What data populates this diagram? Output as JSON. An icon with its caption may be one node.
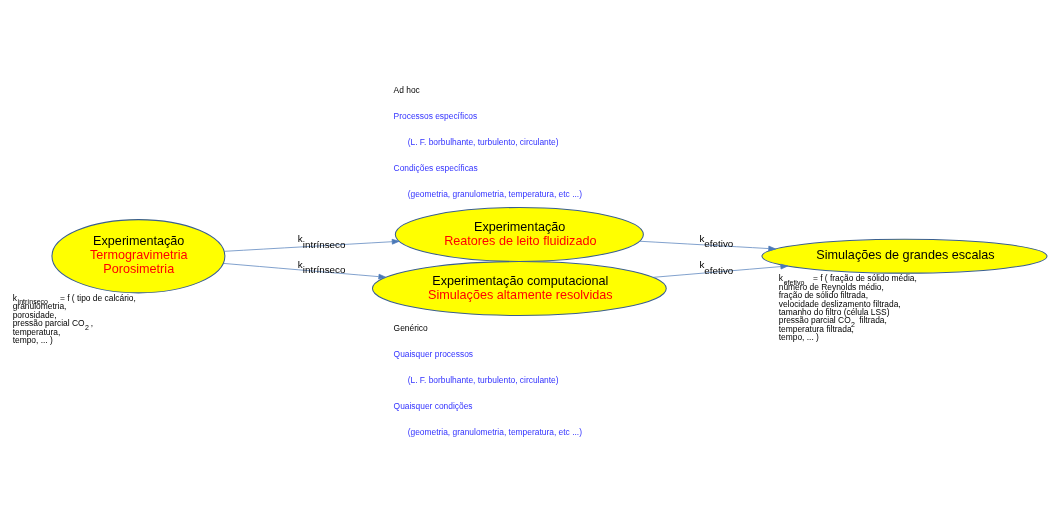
{
  "diagram": {
    "nodes": [
      {
        "text": [
          "Experimentação",
          "Termogravimetria",
          "Porosimetria"
        ]
      },
      {
        "text": [
          "Experimentação",
          "Reatores de leito fluidizado"
        ]
      },
      {
        "text": [
          "Experimentação computacional",
          "Simulações altamente resolvidas"
        ]
      },
      {
        "text": [
          "Simulações de grandes escalas"
        ]
      }
    ],
    "edges": [
      {
        "from": 0,
        "to": 1,
        "arrow": "to",
        "label": "k$_{intrínseco}$"
      },
      {
        "from": 0,
        "to": 2,
        "arrow": "to",
        "label": "k$_{intrínseco}$"
      },
      {
        "from": 1,
        "to": 3,
        "arrow": "to",
        "label": "k$_{efetivo}$"
      },
      {
        "from": 2,
        "to": 3,
        "arrow": "to",
        "label": "k$_{efetivo}$"
      }
    ],
    "labels": [
      "Ad hoc",
      "Processos específicos",
      "(L. F. borbulhante, turbulento, circulante)",
      "Condições específicas",
      "(geometria, granulometria, temperatura, etc ...)",
      "k$_{intrínseco}$ = f ( tipo de calcário, granulometria, porosidade, pressão parcial CO$_{2}$, temperatura, tempo, ... )",
      "Genérico",
      "Quaisquer processos",
      "(L. F. borbulhante, turbulento, circulante)",
      "Quaisquer condições",
      "(geometria, granulometria, temperatura, etc ...)",
      "k$_{efetivo}$ = f ( fração de sólido média, número de Reynolds médio, fração de sólido filtrada, velocidade deslizamento filtrada, tamanho do filtro (célula LSS) pressão parcial CO$_{2}$ filtrada, temperatura filtrada, tempo, ... )"
    ]
  }
}
